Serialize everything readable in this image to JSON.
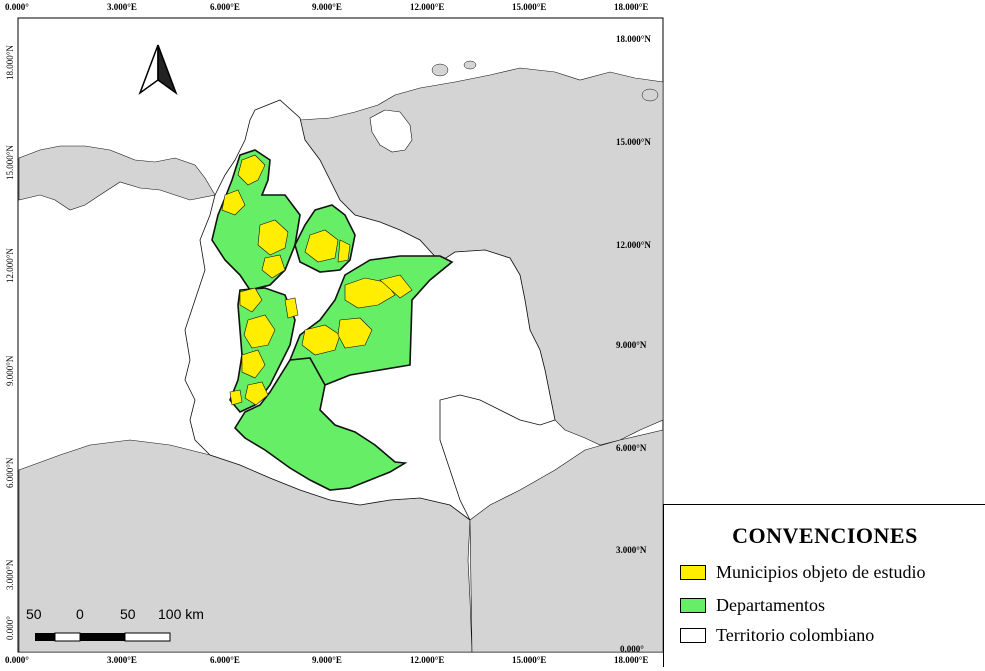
{
  "map": {
    "colors": {
      "ocean": "#ffffff",
      "neighbor_land": "#d4d4d4",
      "territorio": "#ffffff",
      "departamentos": "#66ee66",
      "municipios": "#ffee00",
      "borders": "#111111"
    },
    "top_ticks": [
      "0.000°",
      "3.000°E",
      "6.000°E",
      "9.000°E",
      "12.000°E",
      "15.000°E",
      "18.000°E"
    ],
    "bottom_ticks": [
      "0.000°",
      "3.000°E",
      "6.000°E",
      "9.000°E",
      "12.000°E",
      "15.000°E",
      "18.000°E"
    ],
    "right_ticks": [
      "18.000°N",
      "15.000°N",
      "12.000°N",
      "9.000°N",
      "6.000°N",
      "3.000°N",
      "0.000°"
    ],
    "left_ticks": [
      "18.000°N",
      "15.000°N",
      "12.000°N",
      "9.000°N",
      "6.000°N",
      "3.000°N",
      "0.000°"
    ],
    "north_arrow_icon": "north-arrow-icon"
  },
  "legend": {
    "title": "CONVENCIONES",
    "items": [
      {
        "label": "Municipios objeto de estudio",
        "color": "#ffee00"
      },
      {
        "label": "Departamentos",
        "color": "#66ee66"
      },
      {
        "label": "Territorio colombiano",
        "color": "#ffffff"
      }
    ]
  },
  "scalebar": {
    "labels": [
      "50",
      "0",
      "50",
      "100 km"
    ]
  }
}
